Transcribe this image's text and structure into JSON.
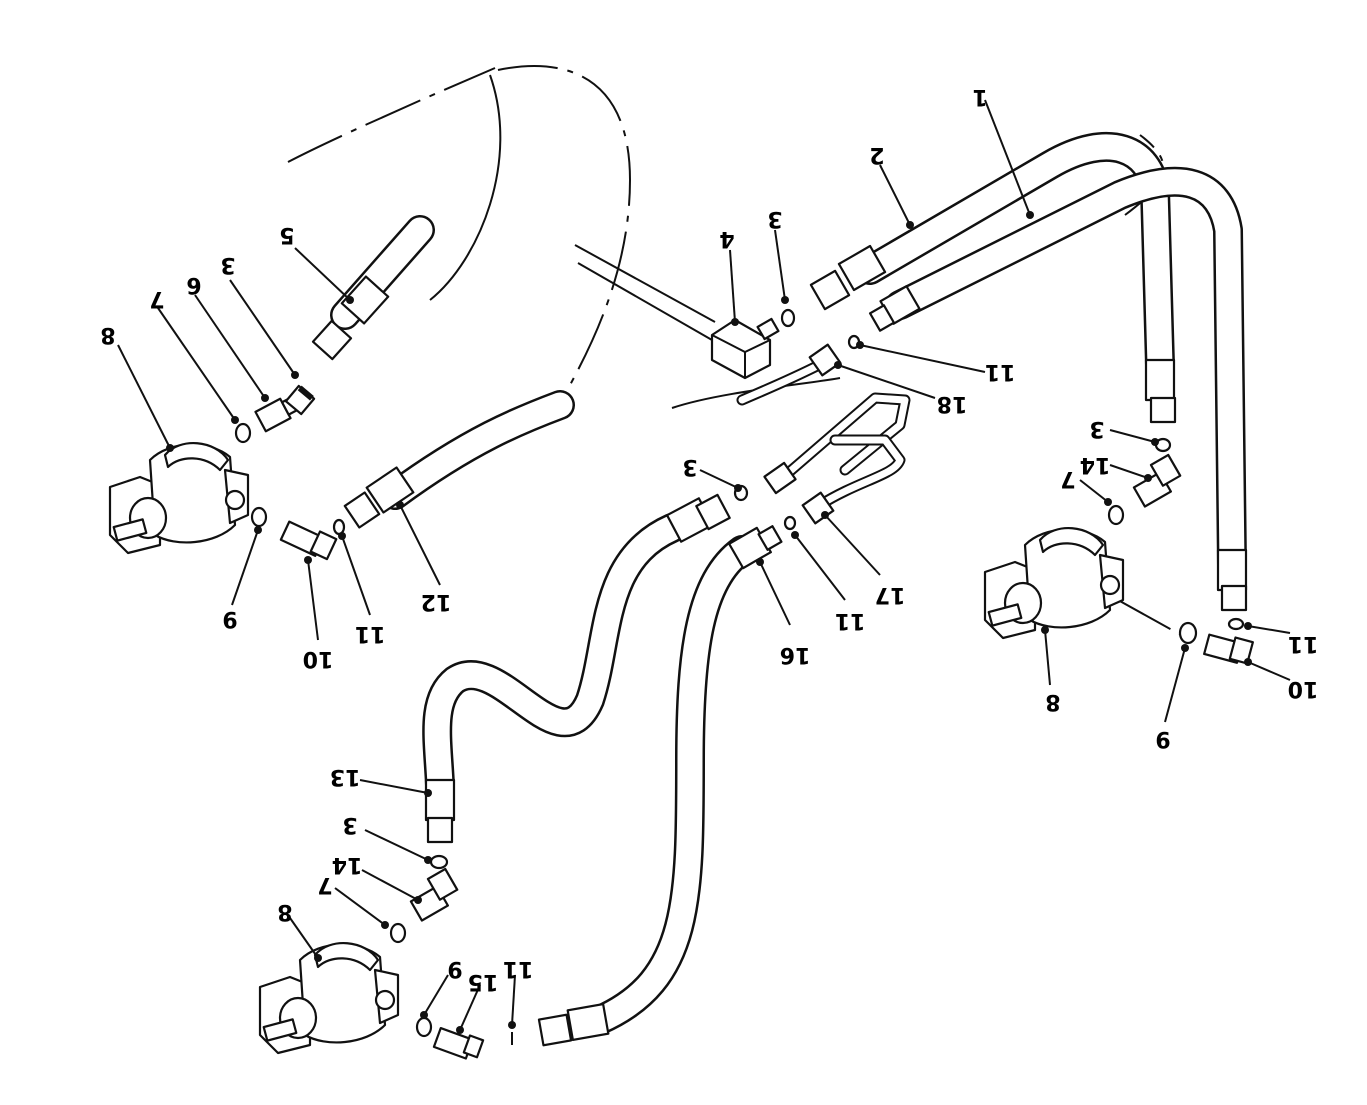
{
  "diagram": {
    "callouts": [
      {
        "id": "c-1",
        "text": "1"
      },
      {
        "id": "c-2",
        "text": "2"
      },
      {
        "id": "c-3a",
        "text": "3"
      },
      {
        "id": "c-4",
        "text": "4"
      },
      {
        "id": "c-11a",
        "text": "11"
      },
      {
        "id": "c-18",
        "text": "18"
      },
      {
        "id": "c-5",
        "text": "5"
      },
      {
        "id": "c-3b",
        "text": "3"
      },
      {
        "id": "c-6a",
        "text": "6"
      },
      {
        "id": "c-7a",
        "text": "7"
      },
      {
        "id": "c-8a",
        "text": "8"
      },
      {
        "id": "c-9a",
        "text": "9"
      },
      {
        "id": "c-10a",
        "text": "10"
      },
      {
        "id": "c-11b",
        "text": "11"
      },
      {
        "id": "c-12",
        "text": "12"
      },
      {
        "id": "c-3c",
        "text": "3"
      },
      {
        "id": "c-16",
        "text": "16"
      },
      {
        "id": "c-11c",
        "text": "11"
      },
      {
        "id": "c-17",
        "text": "17"
      },
      {
        "id": "c-3d",
        "text": "3"
      },
      {
        "id": "c-14a",
        "text": "14"
      },
      {
        "id": "c-7b",
        "text": "7"
      },
      {
        "id": "c-8b",
        "text": "8"
      },
      {
        "id": "c-9b",
        "text": "9"
      },
      {
        "id": "c-11d",
        "text": "11"
      },
      {
        "id": "c-10b",
        "text": "10"
      },
      {
        "id": "c-13",
        "text": "13"
      },
      {
        "id": "c-3e",
        "text": "3"
      },
      {
        "id": "c-14b",
        "text": "14"
      },
      {
        "id": "c-7c",
        "text": "7"
      },
      {
        "id": "c-8c",
        "text": "8"
      },
      {
        "id": "c-9c",
        "text": "9"
      },
      {
        "id": "c-15",
        "text": "15"
      },
      {
        "id": "c-11e",
        "text": "11"
      }
    ]
  }
}
